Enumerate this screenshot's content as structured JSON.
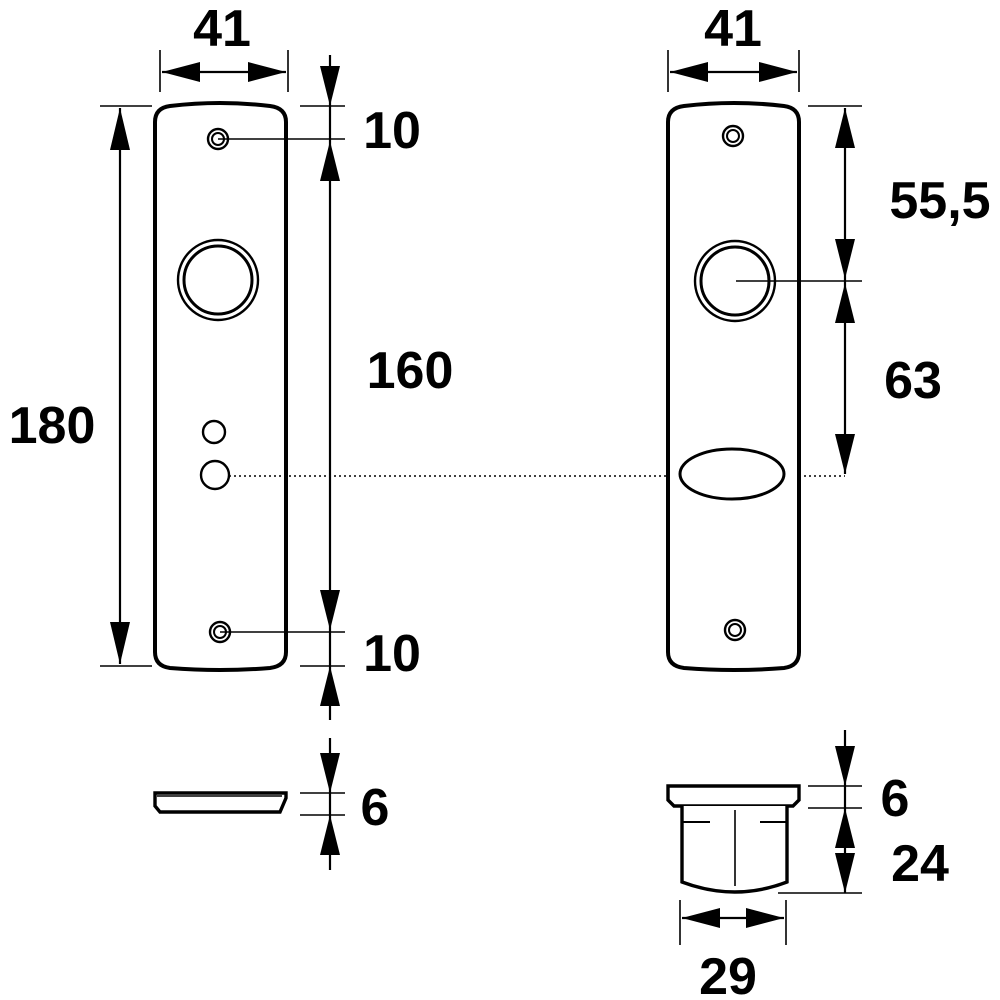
{
  "dimensions": {
    "front_width": "41",
    "top_screw_offset": "10",
    "screw_spacing": "160",
    "total_height": "180",
    "bottom_screw_offset": "10",
    "front_thickness": "6",
    "back_width": "41",
    "handle_to_top": "55,5",
    "handle_to_key": "63",
    "back_thickness": "6",
    "knob_depth": "24",
    "knob_width": "29"
  }
}
